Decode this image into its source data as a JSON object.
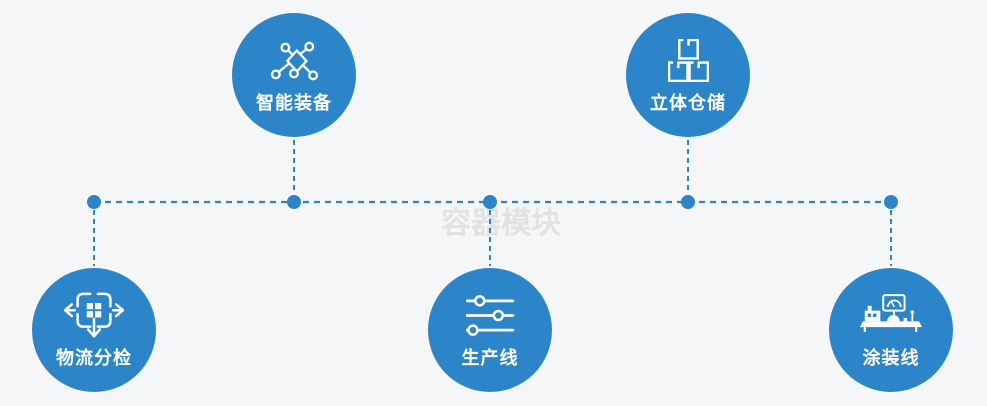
{
  "diagram": {
    "watermark": "容器模块",
    "nodes": [
      {
        "id": "intelligent-equipment",
        "label": "智能装备",
        "icon": "network-nodes-icon",
        "position": "top-left"
      },
      {
        "id": "stereo-warehouse",
        "label": "立体仓储",
        "icon": "stacked-boxes-icon",
        "position": "top-right"
      },
      {
        "id": "logistics-sorting",
        "label": "物流分检",
        "icon": "distribute-arrows-icon",
        "position": "bottom-left"
      },
      {
        "id": "production-line",
        "label": "生产线",
        "icon": "sliders-icon",
        "position": "bottom-center"
      },
      {
        "id": "painting-line",
        "label": "涂装线",
        "icon": "machine-monitor-icon",
        "position": "bottom-right"
      }
    ],
    "colors": {
      "node_fill": "#2b85c8",
      "connector_blue": "#2e84c6",
      "background": "#f5f6f7",
      "label_text": "#ffffff",
      "watermark_text": "#e2e2e2"
    }
  }
}
